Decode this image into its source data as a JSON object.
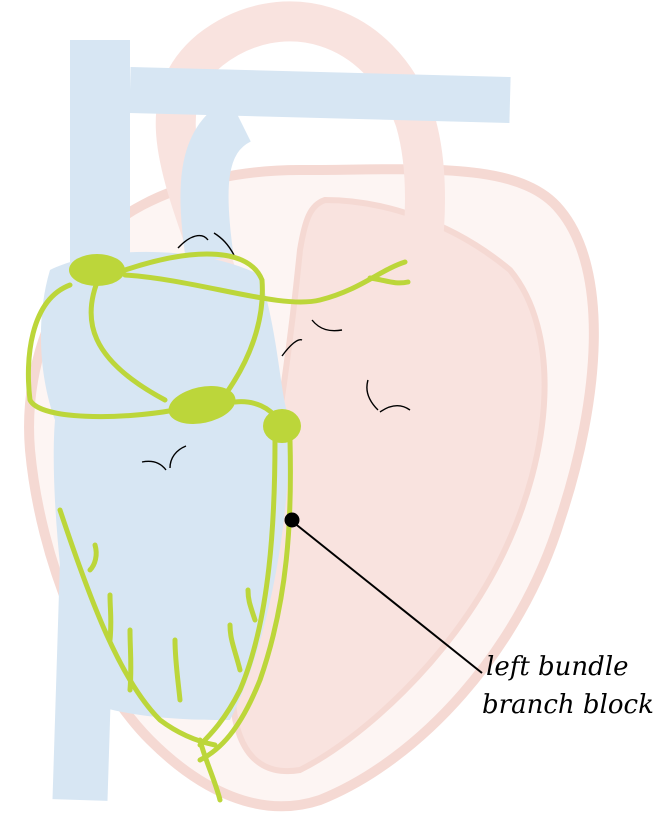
{
  "annotation": {
    "lines": [
      "left bundle",
      "branch block"
    ]
  },
  "colors": {
    "vessels_blue": "#d7e6f3",
    "heart_pink": "#f9e3df",
    "heart_outline": "#f5d9d3",
    "conduction_green": "#bcd63a",
    "conduction_green_dark": "#a8c22e",
    "marker": "#000000"
  },
  "structures": [
    "heart-outline",
    "right-ventricle",
    "left-ventricle",
    "superior-vena-cava",
    "aorta",
    "pulmonary-artery",
    "sa-node",
    "av-node",
    "bundle-of-his",
    "left-bundle-branch",
    "right-bundle-branch",
    "purkinje-fibers",
    "lesion-marker"
  ]
}
